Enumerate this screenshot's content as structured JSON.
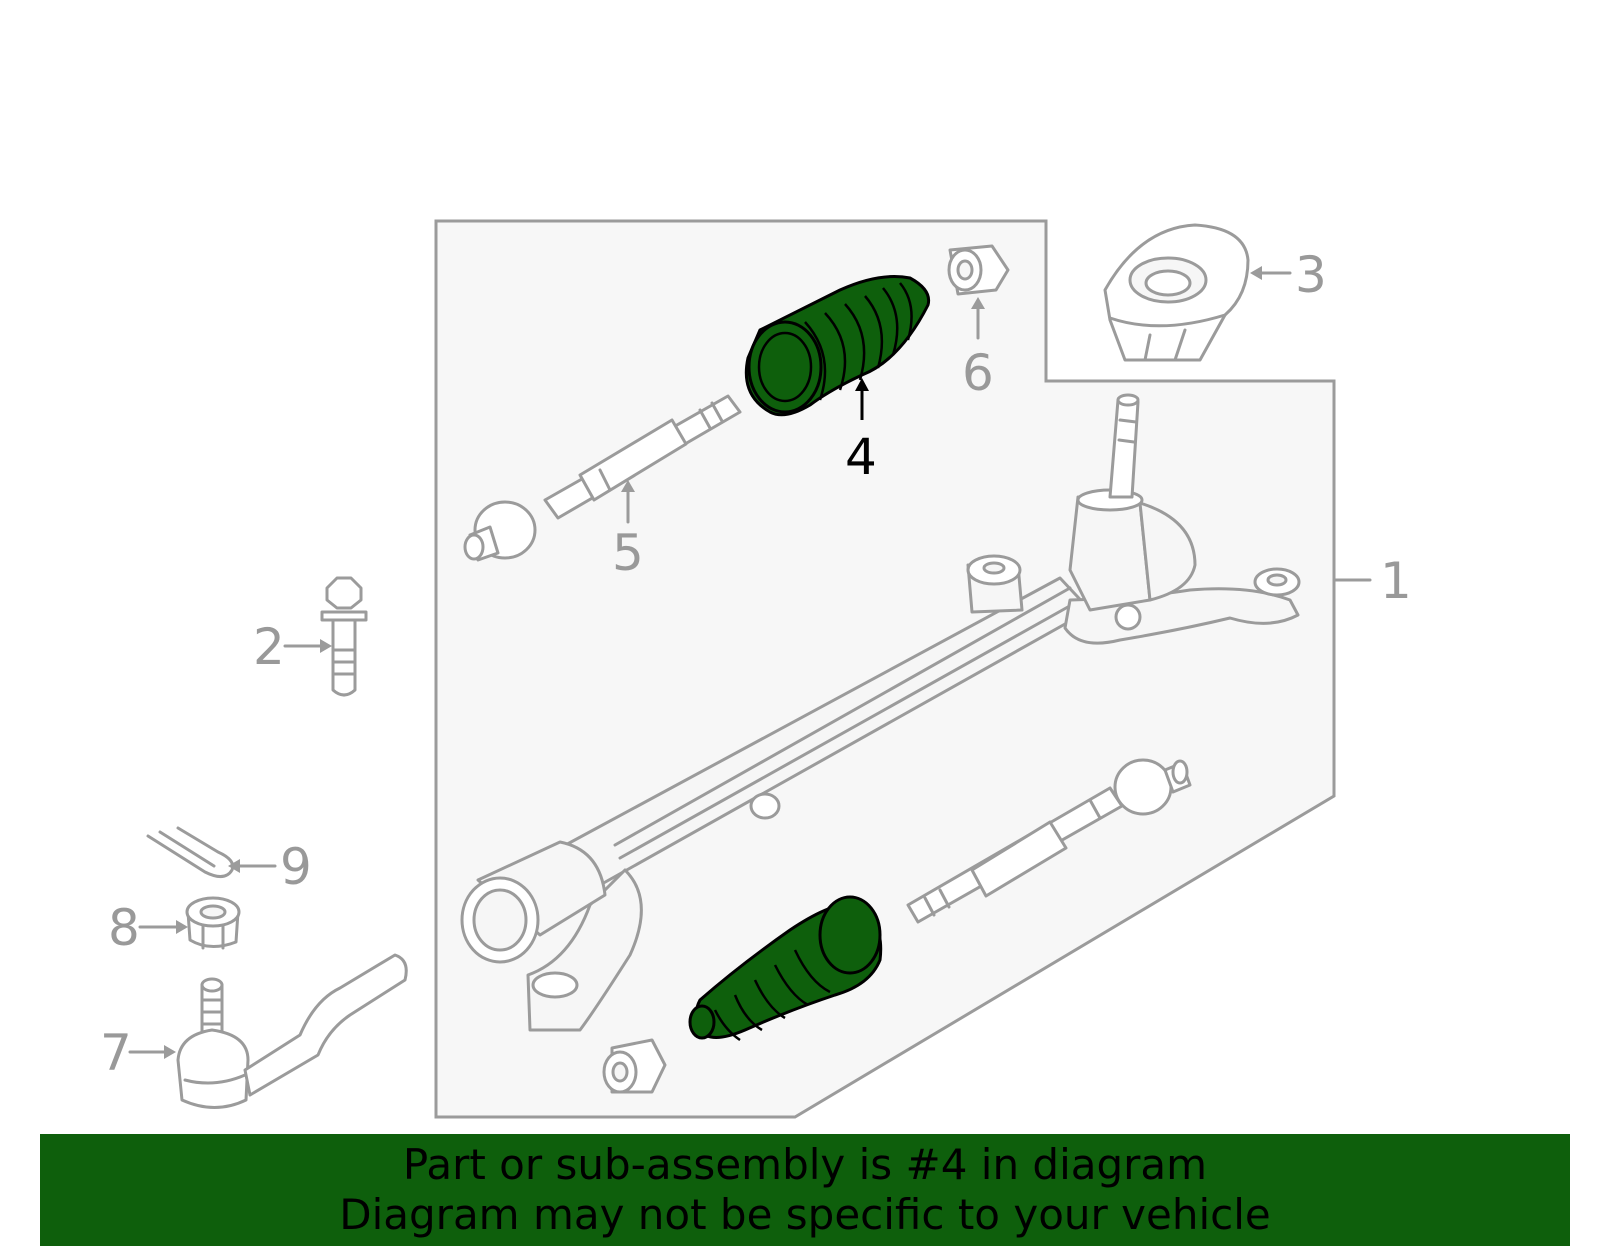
{
  "diagram": {
    "callouts": [
      "1",
      "2",
      "3",
      "4",
      "5",
      "6",
      "7",
      "8",
      "9"
    ],
    "highlighted_callout": "4",
    "highlight_color": "#0e5f0c",
    "line_color": "#9b9b9b",
    "panel_fill": "#f7f7f7"
  },
  "banner": {
    "line1": "Part or sub-assembly is #4 in diagram",
    "line2": "Diagram may not be specific to your vehicle",
    "background": "#0e5f0c"
  }
}
